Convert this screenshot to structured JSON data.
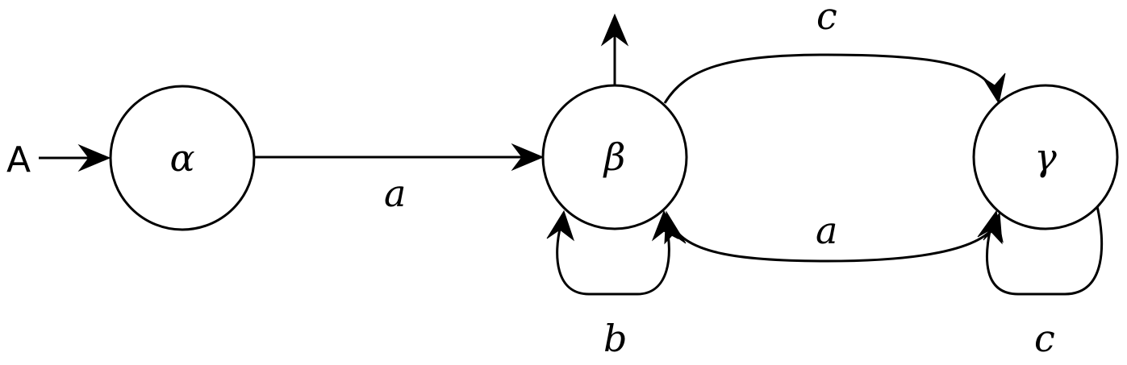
{
  "diagram": {
    "initial_label": "A",
    "states": {
      "alpha": "α",
      "beta": "β",
      "gamma": "γ"
    },
    "transitions": {
      "alpha_to_beta": "a",
      "beta_to_gamma": "c",
      "gamma_to_beta": "a",
      "beta_loop": "b",
      "gamma_loop": "c"
    }
  }
}
